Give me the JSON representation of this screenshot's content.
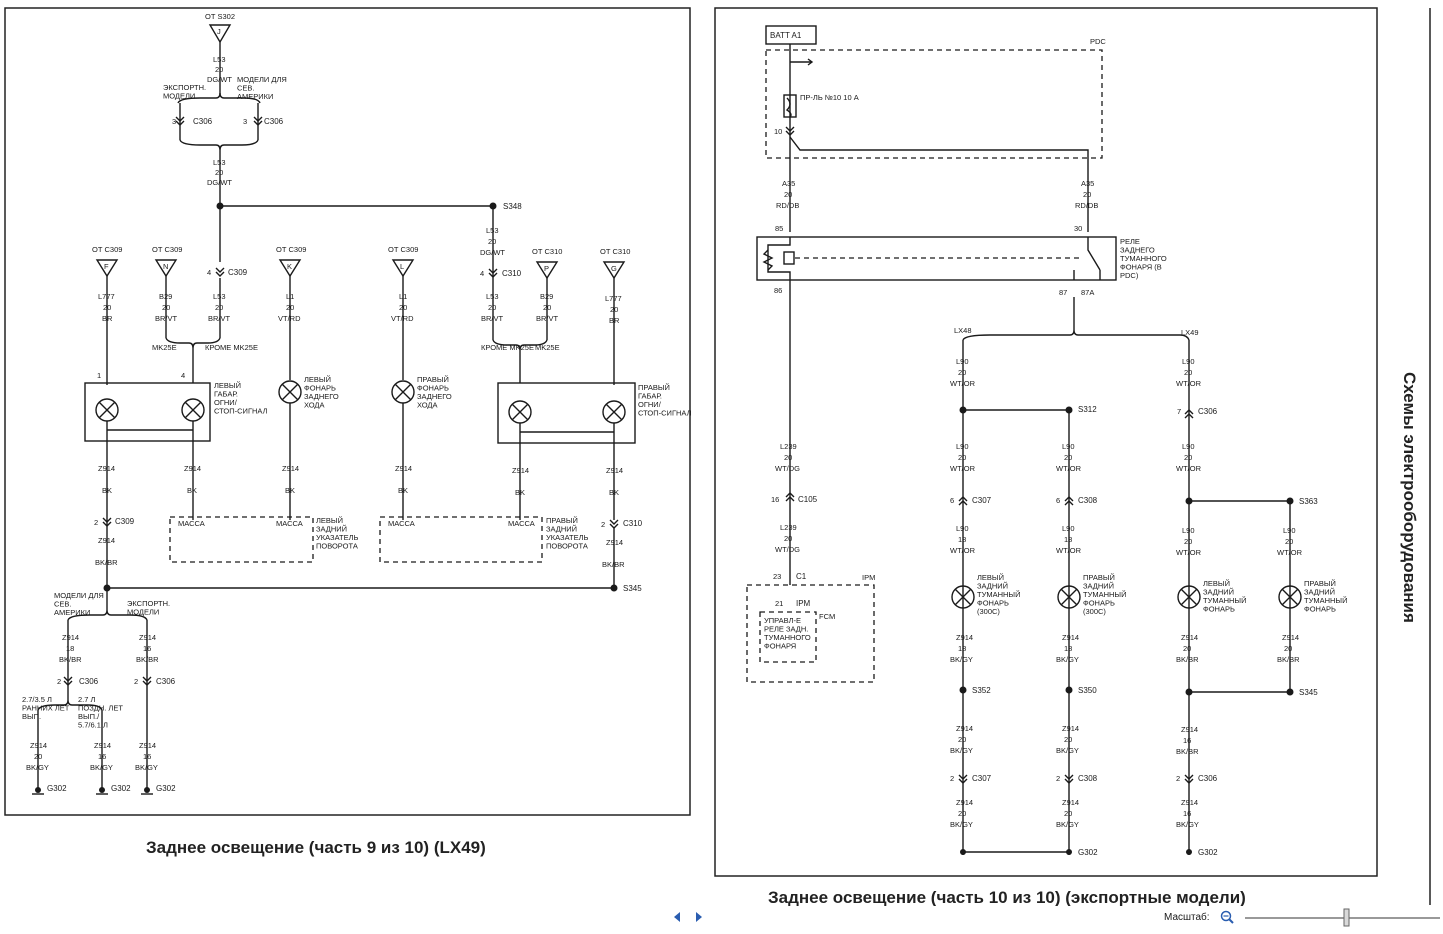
{
  "page1": {
    "caption": "Заднее освещение  (часть 9 из 10) (LX49)",
    "top_from": "ОТ S302",
    "top_conn": "J",
    "trunk": {
      "wire": "L53",
      "gauge": "20",
      "color": "DG/WT"
    },
    "branch_left": "ЭКСПОРТН. МОДЕЛИ",
    "branch_right": "МОДЕЛИ ДЛЯ СЕВ. АМЕРИКИ",
    "c306_pin": "3",
    "c306": "C306",
    "trunk2": {
      "wire": "L53",
      "gauge": "20",
      "color": "DG/WT"
    },
    "splice_s348": "S348",
    "from_c309": "ОТ C309",
    "from_c310": "ОТ C310",
    "col1": {
      "conn": "F",
      "wire": "L777",
      "gauge": "20",
      "color": "BR"
    },
    "col2": {
      "conn": "N",
      "wire": "B29",
      "gauge": "20",
      "color": "BR/VT"
    },
    "col3": {
      "pin": "4",
      "conn": "C309",
      "wire": "L53",
      "gauge": "20",
      "color": "BR/VT"
    },
    "col4": {
      "conn": "K",
      "wire": "L1",
      "gauge": "20",
      "color": "VT/RD"
    },
    "col5": {
      "conn": "L",
      "wire": "L1",
      "gauge": "20",
      "color": "VT/RD"
    },
    "col6": {
      "wire": "L53",
      "gauge": "20",
      "color": "DG/WT",
      "pin": "4",
      "conn": "C310",
      "wire2": "L53",
      "gauge2": "20",
      "color2": "BR/VT"
    },
    "col7": {
      "conn": "P",
      "wire": "B29",
      "gauge": "20",
      "color": "BR/VT"
    },
    "col8": {
      "conn": "G",
      "wire": "L777",
      "gauge": "20",
      "color": "BR"
    },
    "mk_left": "MK25E",
    "mk_except_left": "КРОМЕ MK25E",
    "mk_except_right": "КРОМЕ MK25E",
    "mk_right": "MK25E",
    "lamp_left_stop": "ЛЕВЫЙ ГАБАР. ОГНИ/ СТОП-СИГНАЛ",
    "lamp_left_rev": "ЛЕВЫЙ ФОНАРЬ ЗАДНЕГО ХОДА",
    "lamp_right_rev": "ПРАВЫЙ ФОНАРЬ ЗАДНЕГО ХОДА",
    "lamp_right_stop": "ПРАВЫЙ ГАБАР. ОГНИ/ СТОП-СИГНАЛ",
    "ground_wire": {
      "wire": "Z914",
      "gauge": "20",
      "color": "BK"
    },
    "massa": "МАССА",
    "left_turn": "ЛЕВЫЙ ЗАДНИЙ УКАЗАТЕЛЬ ПОВОРОТА",
    "right_turn": "ПРАВЫЙ ЗАДНИЙ УКАЗАТЕЛЬ ПОВОРОТА",
    "c309": "C309",
    "c310": "C310",
    "z914_bkbr": {
      "wire": "Z914",
      "gauge": "20",
      "color": "BK/BR"
    },
    "s345": "S345",
    "models_na": "МОДЕЛИ ДЛЯ СЕВ. АМЕРИКИ",
    "models_export": "ЭКСПОРТН. МОДЕЛИ",
    "z914_18": {
      "wire": "Z914",
      "gauge": "18",
      "color": "BK/BR"
    },
    "z914_16": {
      "wire": "Z914",
      "gauge": "16",
      "color": "BK/BR"
    },
    "engine_early": "2.7/3.5 Л РАННИХ ЛЕТ ВЫП.",
    "engine_late": "2.7 Л ПОЗДН. ЛЕТ ВЫП./ 5.7/6.1 Л",
    "g1": {
      "wire": "Z914",
      "gauge": "20",
      "color": "BK/GY"
    },
    "g2": {
      "wire": "Z914",
      "gauge": "16",
      "color": "BK/GY"
    },
    "g3": {
      "wire": "Z914",
      "gauge": "16",
      "color": "BK/GY"
    },
    "g302": "G302"
  },
  "page2": {
    "caption": "Заднее освещение  (часть 10 из 10) (экспортные модели)",
    "batt": "BATT A1",
    "pdc": "PDC",
    "fuse": "ПР-ЛЬ №10 10 А",
    "a35": {
      "wire": "A35",
      "gauge": "20",
      "color": "RD/DB"
    },
    "relay_label": "РЕЛЕ ЗАДНЕГО ТУМАННОГО ФОНАРЯ (В PDC)",
    "pin85": "85",
    "pin86": "86",
    "pin30": "30",
    "pin87": "87",
    "pin87a": "87A",
    "pin10": "10",
    "l239": {
      "wire": "L239",
      "gauge": "20",
      "color": "WT/DG"
    },
    "c105": "C105",
    "c1": "C1",
    "ipm": "IPM",
    "fcm": "FCM",
    "ctrl": "УПРАВЛ-Е РЕЛЕ ЗАДН. ТУМАННОГО ФОНАРЯ",
    "lx48": "LX48",
    "lx49": "LX49",
    "l90_wtor": {
      "wire": "L90",
      "gauge": "20",
      "color": "WT/OR"
    },
    "l90_18": {
      "wire": "L90",
      "gauge": "18",
      "color": "WT/OR"
    },
    "s312": "S312",
    "s363": "S363",
    "c306": "C306",
    "c307": "C307",
    "c308": "C308",
    "fog_left_300c": "ЛЕВЫЙ ЗАДНИЙ ТУМАННЫЙ ФОНАРЬ (300C)",
    "fog_right_300c": "ПРАВЫЙ ЗАДНИЙ ТУМАННЫЙ ФОНАРЬ (300C)",
    "fog_left": "ЛЕВЫЙ ЗАДНИЙ ТУМАННЫЙ ФОНАРЬ",
    "fog_right": "ПРАВЫЙ ЗАДНИЙ ТУМАННЫЙ ФОНАРЬ",
    "z914_18_bkgy": {
      "wire": "Z914",
      "gauge": "18",
      "color": "BK/GY"
    },
    "z914_20_bkgy": {
      "wire": "Z914",
      "gauge": "20",
      "color": "BK/GY"
    },
    "z914_20_bkbr": {
      "wire": "Z914",
      "gauge": "20",
      "color": "BK/BR"
    },
    "z914_16_bkbr": {
      "wire": "Z914",
      "gauge": "16",
      "color": "BK/BR"
    },
    "z914_16_bkgy": {
      "wire": "Z914",
      "gauge": "16",
      "color": "BK/GY"
    },
    "s352": "S352",
    "s350": "S350",
    "s345": "S345",
    "g302": "G302"
  },
  "side_title": "Схемы электрооборудования",
  "viewer": {
    "zoom_label": "Масштаб:",
    "prev_icon": "triangle-left",
    "next_icon": "triangle-right",
    "zoom_icon": "magnifier",
    "accent": "#2a5db0"
  }
}
